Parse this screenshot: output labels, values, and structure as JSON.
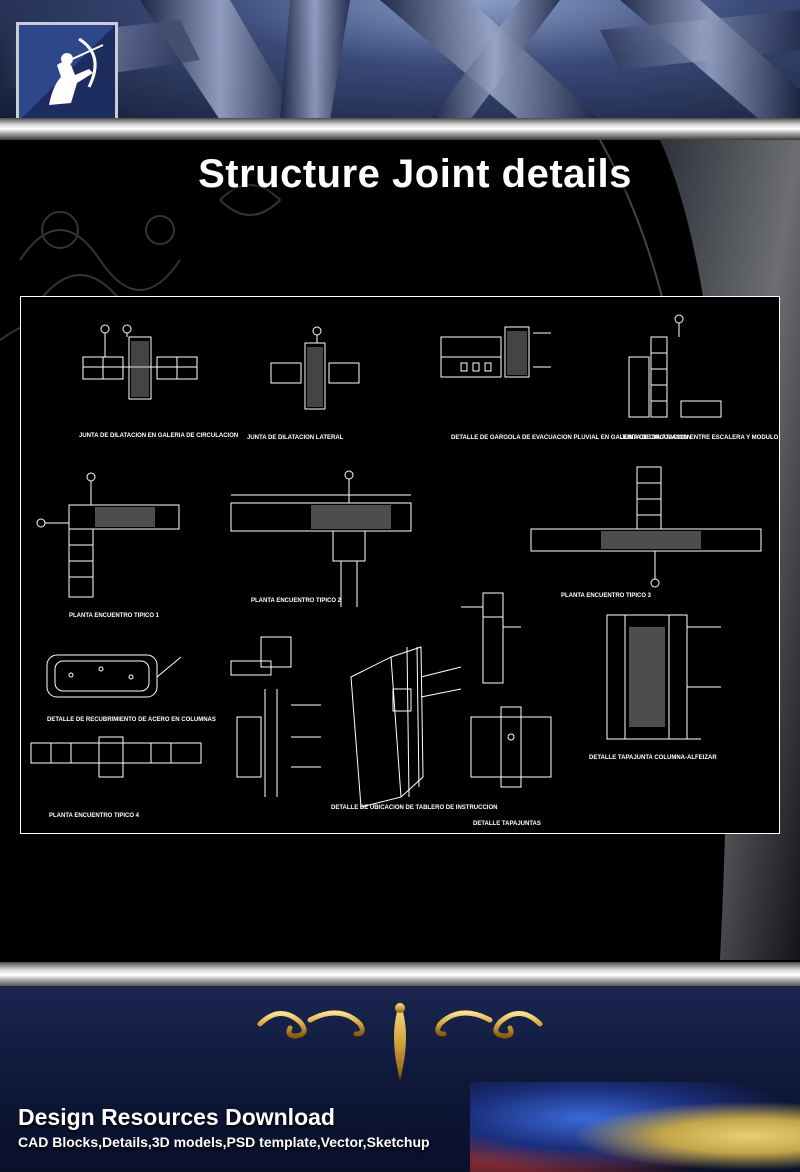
{
  "header": {
    "logo_icon": "archer-logo-icon"
  },
  "title": "Structure Joint details",
  "drawing": {
    "labels": [
      "JUNTA DE DILATACION EN GALERIA DE CIRCULACION",
      "JUNTA DE DILATACION LATERAL",
      "DETALLE DE GARGOLA DE EVACUACION PLUVIAL EN GALERIA DE CIRCULACION",
      "JUNTA DE DILATACION ENTRE ESCALERA Y MODULO",
      "PLANTA ENCUENTRO TIPICO 1",
      "PLANTA ENCUENTRO TIPICO 2",
      "PLANTA ENCUENTRO TIPICO 3",
      "DETALLE DE RECUBRIMIENTO DE ACERO EN COLUMNAS",
      "PLANTA ENCUENTRO TIPICO 4",
      "DETALLE DE UBICACION DE TABLERO DE INSTRUCCION",
      "DETALLE TAPAJUNTAS",
      "DETALLE TAPAJUNTA COLUMNA-ALFEIZAR"
    ]
  },
  "footer": {
    "ornament_icon": "gold-scroll-ornament-icon",
    "title": "Design Resources Download",
    "subtitle": "CAD Blocks,Details,3D models,PSD template,Vector,Sketchup"
  },
  "colors": {
    "title": "#ffffff",
    "cad_lines": "#ffffff",
    "ornament": "#d4a640",
    "footer_bg": "#0e1636"
  }
}
